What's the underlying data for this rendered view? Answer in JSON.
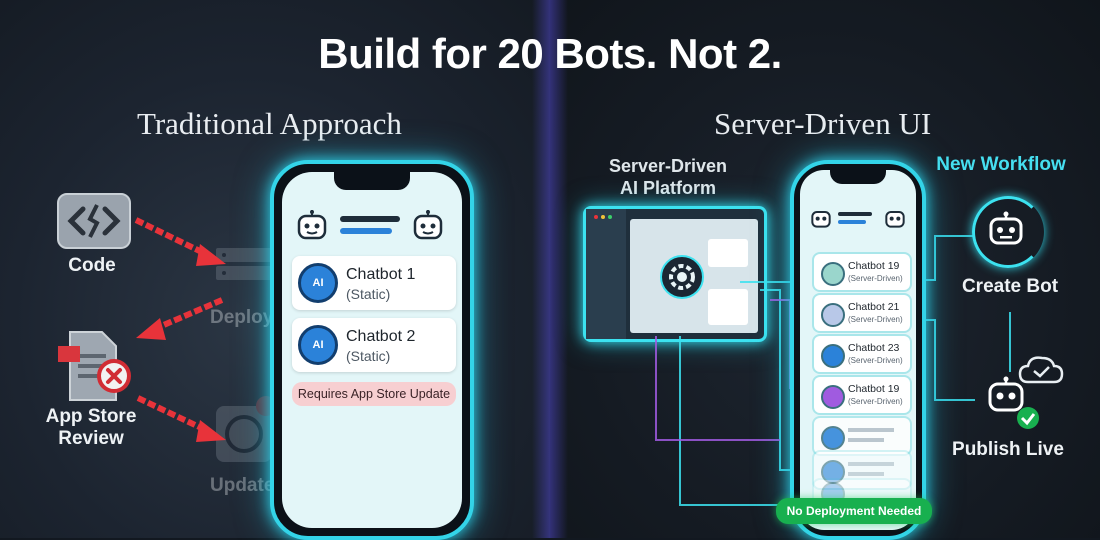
{
  "title": "Build for 20 Bots. Not 2.",
  "left": {
    "heading": "Traditional Approach",
    "steps": {
      "code": "Code",
      "deploy": "Deploy",
      "review": "App Store Review",
      "update": "Update"
    },
    "phone": {
      "cards": [
        {
          "badge": "AI",
          "name": "Chatbot 1",
          "sub": "(Static)"
        },
        {
          "badge": "AI",
          "name": "Chatbot 2",
          "sub": "(Static)"
        }
      ],
      "requires": "Requires App Store Update"
    }
  },
  "right": {
    "heading": "Server-Driven UI",
    "platform_label": "Server-Driven AI Platform",
    "workflow_label": "New Workflow",
    "create_label": "Create Bot",
    "publish_label": "Publish Live",
    "phone": {
      "cards": [
        {
          "name": "Chatbot 19",
          "sub": "(Server-Driven)"
        },
        {
          "name": "Chatbot 21",
          "sub": "(Server-Driven)"
        },
        {
          "name": "Chatbot 23",
          "sub": "(Server-Driven)"
        },
        {
          "name": "Chatbot 19",
          "sub": "(Server-Driven)"
        }
      ],
      "no_deploy": "No Deployment Needed"
    }
  },
  "colors": {
    "accent": "#3ce2f0",
    "arrow": "#e8333a",
    "success": "#18b04f"
  }
}
